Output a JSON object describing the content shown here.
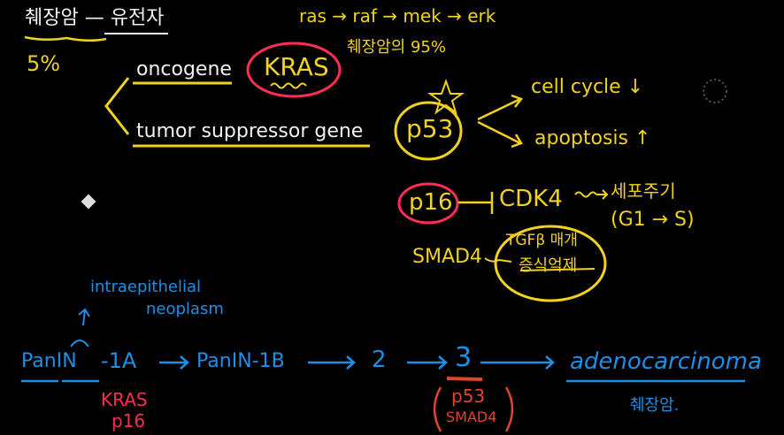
{
  "title": "췌장암 — 유전자",
  "percent": "5%",
  "pathway": "ras → raf → mek → erk",
  "kras_note": "췌장암의 95%",
  "oncogene_label": "oncogene",
  "kras": "KRAS",
  "tsg_label": "tumor suppressor gene",
  "p53": "p53",
  "cell_cycle": "cell cycle ↓",
  "apoptosis": "apoptosis ↑",
  "p16": "p16",
  "cdk4": "CDK4",
  "cell_cycle_ko": "세포주기",
  "g1s": "(G1 → S)",
  "smad4": "SMAD4",
  "tgfb": "TGFβ 매개",
  "inhibit": "증식억제",
  "intraepithelial": "intraepithelial",
  "neoplasm": "neoplasm",
  "progression": {
    "panin": "PanIN",
    "stage1a": "-1A",
    "panin1b": "PanIN-1B",
    "stage2": "2",
    "stage3": "3",
    "adenocarcinoma": "adenocarcinoma"
  },
  "early_genes": [
    "KRAS",
    "p16"
  ],
  "late_genes": [
    "p53",
    "SMAD4"
  ],
  "cancer_ko": "췌장암."
}
